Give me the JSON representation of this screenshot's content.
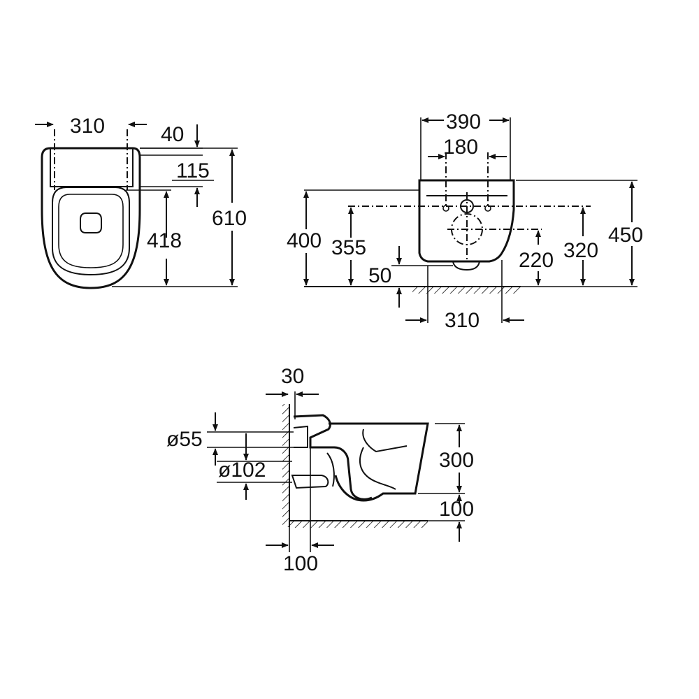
{
  "top_view": {
    "width": "310",
    "seat_offset": "40",
    "hole_distance": "115",
    "hole_to_front": "418",
    "length": "610"
  },
  "front_view": {
    "overall_width": "390",
    "hole_spacing": "180",
    "bowl_width": "310",
    "rod_height": "400",
    "upper_axis_height": "355",
    "lower_axis_height": "220",
    "hole_axis_height": "320",
    "total_height": "450",
    "base_gap": "50"
  },
  "side_view": {
    "wall_offset": "30",
    "water_inlet_diameter": "ø55",
    "drain_diameter": "ø102",
    "bowl_height": "300",
    "floor_gap": "100",
    "drain_depth": "100"
  }
}
